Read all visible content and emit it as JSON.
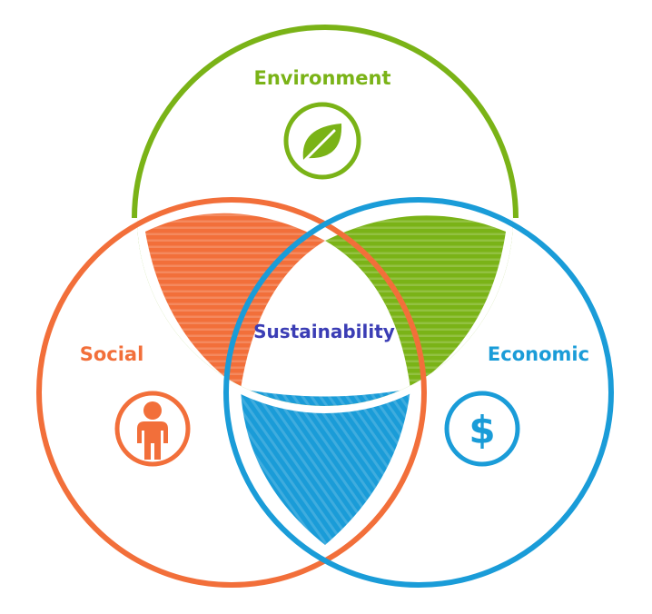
{
  "labels": {
    "environment": "Environment",
    "social": "Social",
    "economic": "Economic",
    "center": "Sustainability"
  },
  "icons": {
    "environment": "leaf-icon",
    "social": "person-icon",
    "economic": "dollar-icon"
  },
  "economic_symbol": "$",
  "colors": {
    "environment": "#7ab317",
    "social": "#f26f3a",
    "economic": "#1a9cd8",
    "center_text": "#3b3db5"
  }
}
